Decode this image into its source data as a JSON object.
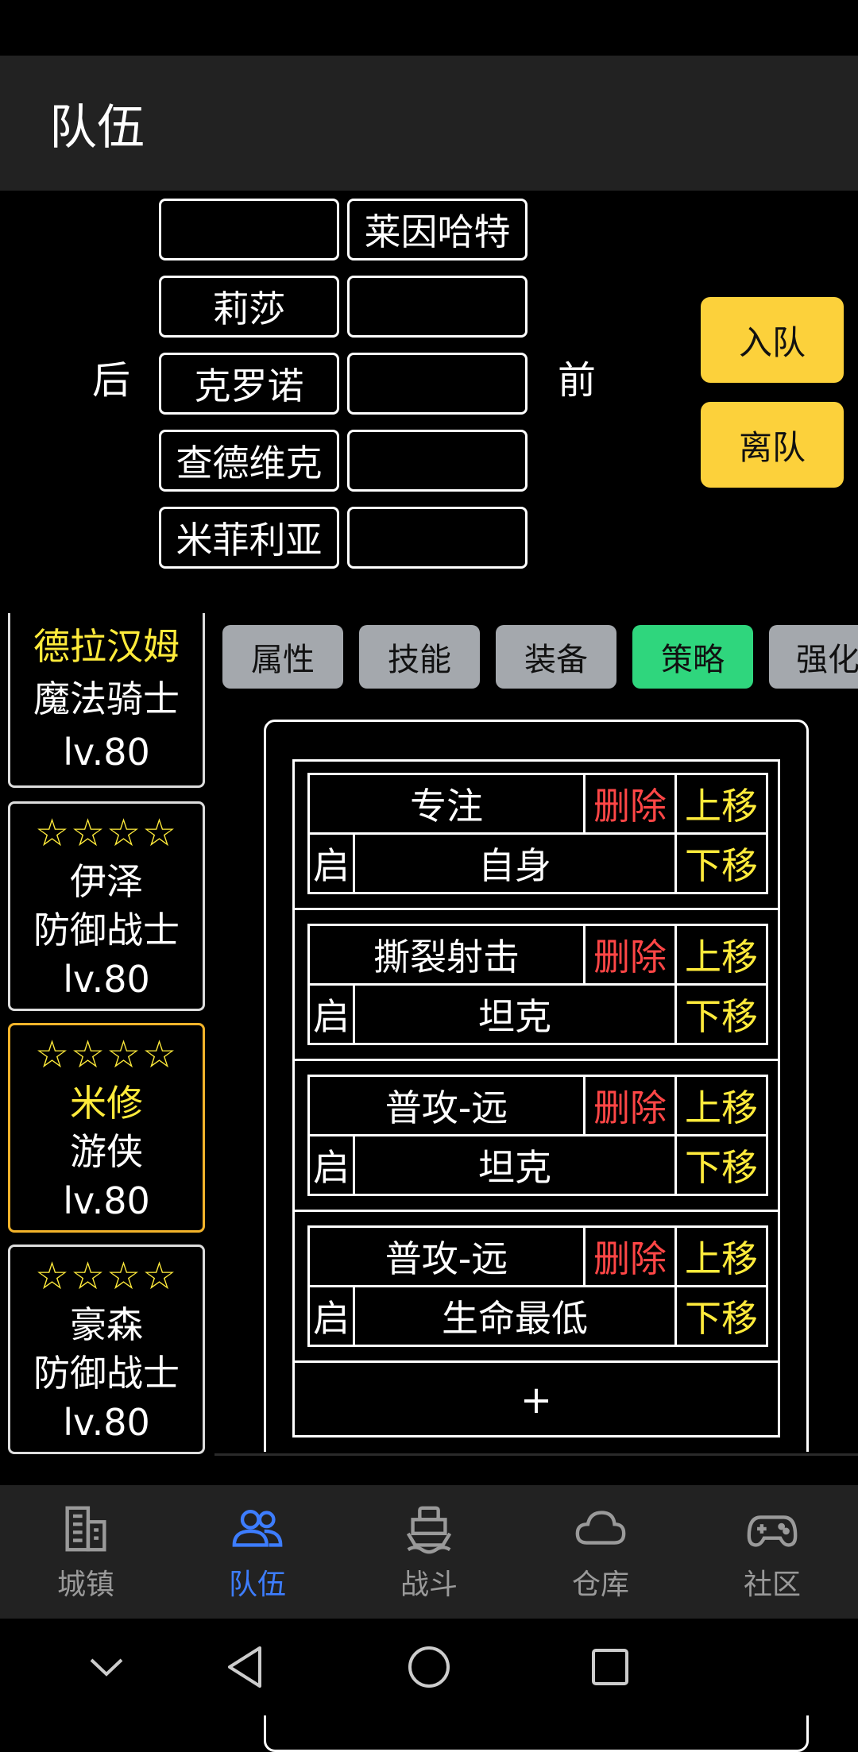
{
  "header": {
    "title": "队伍"
  },
  "formation": {
    "back_label": "后",
    "front_label": "前",
    "rows": [
      [
        "",
        "莱因哈特"
      ],
      [
        "莉莎",
        ""
      ],
      [
        "克罗诺",
        ""
      ],
      [
        "查德维克",
        ""
      ],
      [
        "米菲利亚",
        ""
      ]
    ],
    "join_label": "入队",
    "leave_label": "离队",
    "button_color": "#fcd13b"
  },
  "characters": [
    {
      "name": "德拉汉姆",
      "class": "魔法骑士",
      "level": "lv.80"
    },
    {
      "stars": "☆☆☆☆",
      "name": "伊泽",
      "class": "防御战士",
      "level": "lv.80"
    },
    {
      "stars": "☆☆☆☆",
      "name": "米修",
      "class": "游侠",
      "level": "lv.80",
      "selected": true
    },
    {
      "stars": "☆☆☆☆",
      "name": "豪森",
      "class": "防御战士",
      "level": "lv.80"
    }
  ],
  "tabs": [
    "属性",
    "技能",
    "装备",
    "策略",
    "强化"
  ],
  "active_tab": "策略",
  "tab_colors": {
    "default": "#a4a8ad",
    "active": "#2fd67d"
  },
  "strategy": {
    "rules": [
      {
        "skill": "专注",
        "enable": "启",
        "target": "自身"
      },
      {
        "skill": "撕裂射击",
        "enable": "启",
        "target": "坦克"
      },
      {
        "skill": "普攻-远",
        "enable": "启",
        "target": "坦克"
      },
      {
        "skill": "普攻-远",
        "enable": "启",
        "target": "生命最低"
      }
    ],
    "delete_label": "删除",
    "up_label": "上移",
    "down_label": "下移",
    "add_label": "+"
  },
  "bottom_nav": [
    {
      "label": "城镇",
      "icon": "building-icon"
    },
    {
      "label": "队伍",
      "icon": "people-icon",
      "active": true
    },
    {
      "label": "战斗",
      "icon": "ship-icon"
    },
    {
      "label": "仓库",
      "icon": "cloud-icon"
    },
    {
      "label": "社区",
      "icon": "gamepad-icon"
    }
  ],
  "colors": {
    "nav_active": "#3d7dff",
    "nav_inactive": "#9a9a9a",
    "delete_text": "#ff4646",
    "move_text": "#ffeb3b"
  }
}
